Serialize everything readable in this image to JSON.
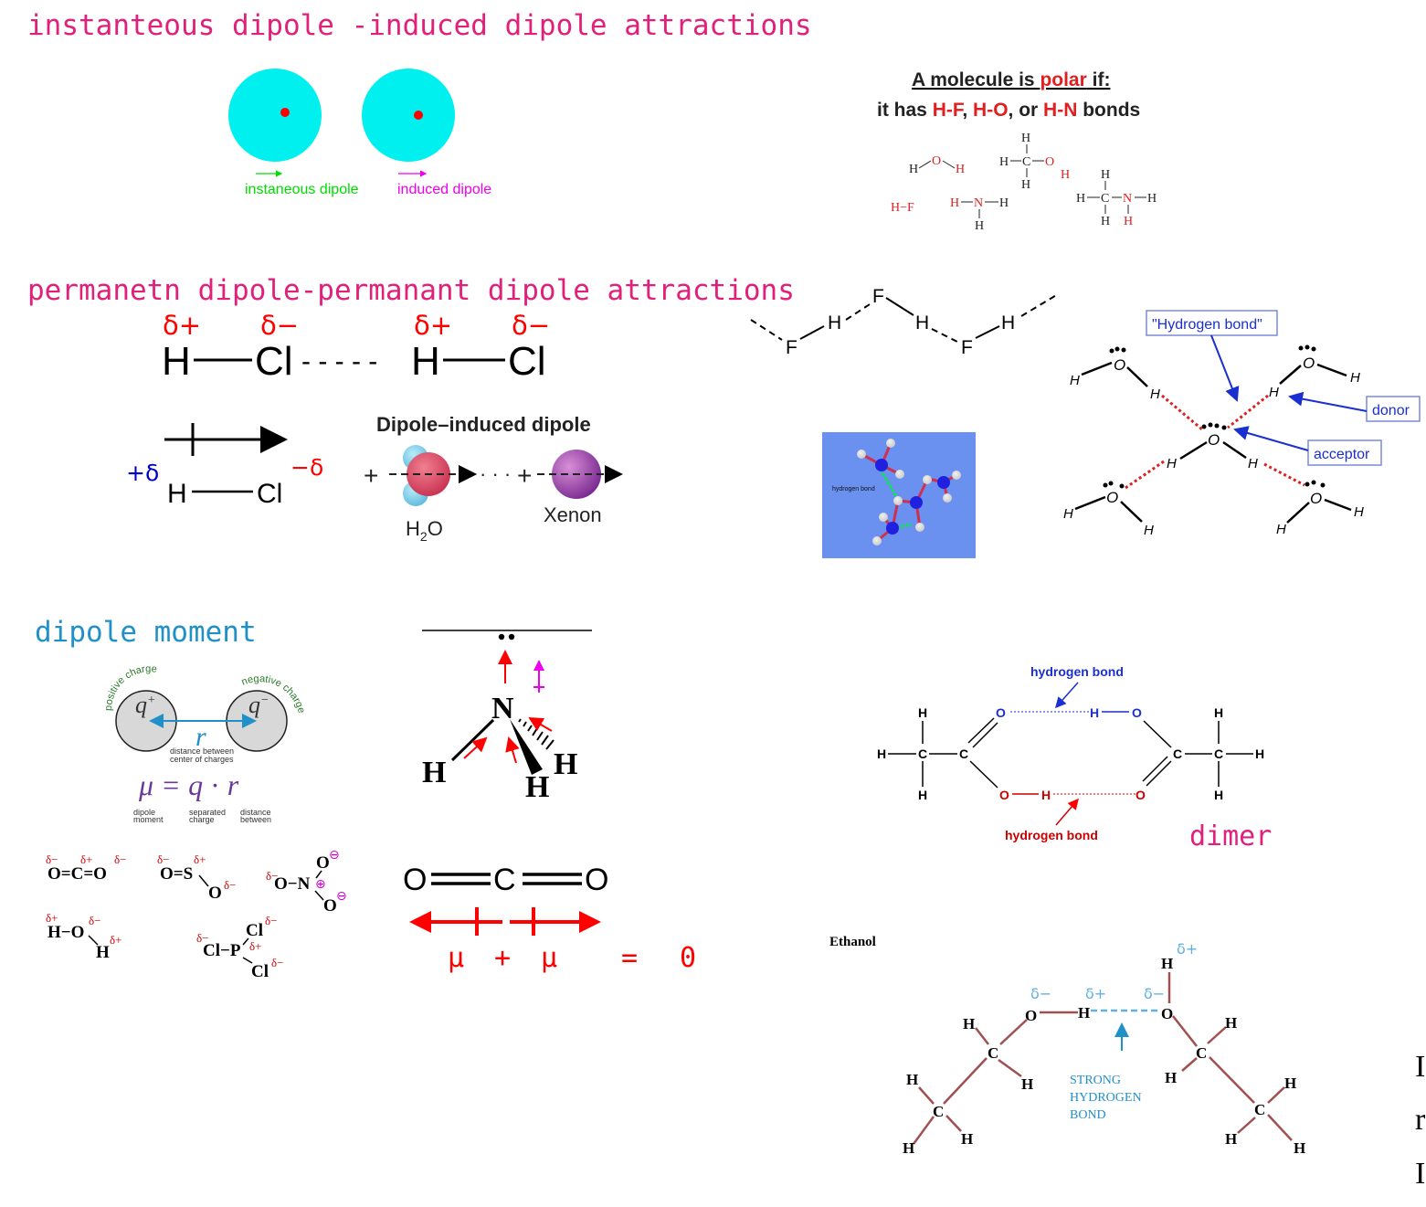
{
  "colors": {
    "pink": "#e0207a",
    "cyan": "#00f0f0",
    "red": "#ff0000",
    "blue": "#0000cc",
    "teal": "#2090c8",
    "green": "#00dd00",
    "magenta": "#ee00ee",
    "brown": "#a05050",
    "lightblue": "#60b0e0",
    "ball_bg": "#6a90f0"
  },
  "headings": {
    "instantaneous": "instanteous dipole -induced dipole attractions",
    "permanent": "permanetn dipole-permanant dipole attractions",
    "dipole_moment": "dipole moment"
  },
  "instant_panel": {
    "label_instant": "instaneous dipole",
    "label_induced": "induced dipole"
  },
  "polar_box": {
    "title_pre": "A molecule is ",
    "title_polar": "polar",
    "title_post": " if:",
    "line2_pre": "it has ",
    "hf": "H-F",
    "comma1": ", ",
    "ho": "H-O",
    "or": ", or ",
    "hn": "H-N",
    "bonds": " bonds",
    "m_water_h1": "H",
    "m_water_o": "O",
    "m_water_h2": "H",
    "m_meoh": "H",
    "m_meoh_c": "C",
    "m_meoh_o": "O",
    "m_hf": "H−F",
    "m_nh3_n": "N",
    "m_h": "H"
  },
  "hcl_dimer": {
    "d_plus": "δ+",
    "d_minus": "δ−",
    "h": "H",
    "cl": "Cl",
    "dashes": "- - - - -"
  },
  "hcl_vector": {
    "plus_delta": "+δ",
    "minus_delta": "−δ",
    "h": "H",
    "cl": "Cl"
  },
  "dipole_induced": {
    "title": "Dipole–induced dipole",
    "h2o_h": "H",
    "h2o_sub": "2",
    "h2o_o": "O",
    "xenon": "Xenon",
    "plus": "+",
    "dots": "· · ·"
  },
  "hf_chain": {
    "f": "F",
    "h": "H"
  },
  "ball_model": {
    "label": "hydrogen bond"
  },
  "water_hbond": {
    "callout_hbond": "\"Hydrogen bond\"",
    "callout_donor": "donor",
    "callout_acceptor": "acceptor",
    "o": "O",
    "h": "H"
  },
  "dipole_moment_fig": {
    "positive_charge": "positive charge",
    "negative_charge": "negative charge",
    "q_plus": "q",
    "q_minus": "q",
    "r": "r",
    "distance_between": "distance between",
    "center_of_charges": "center of charges",
    "formula_mu": "μ",
    "formula_eq": "=",
    "formula_q": "q",
    "formula_dot": "·",
    "formula_r": "r",
    "cap_dipole": "dipole",
    "cap_moment": "moment",
    "cap_separated": "separated",
    "cap_charge": "charge",
    "cap_distance": "distance",
    "cap_between": "between"
  },
  "ammonia": {
    "n": "N",
    "h": "H"
  },
  "small_molecules": {
    "co2": "O=C=O",
    "so2_a": "O=S",
    "so2_b": "O",
    "no3_a": "O−N",
    "no3_o": "O",
    "water_a": "H−O",
    "water_b": "H",
    "pcl3_a": "Cl−P",
    "pcl3_cl": "Cl",
    "dm": "δ−",
    "dp": "δ+",
    "minus_circ": "⊖",
    "plus_circ": "⊕"
  },
  "co2_vector": {
    "o": "O",
    "c": "C",
    "mu": "μ",
    "plus": "+",
    "eq": "=",
    "zero": "0"
  },
  "acid_dimer": {
    "hbond_top": "hydrogen bond",
    "hbond_bottom": "hydrogen bond",
    "dimer": "dimer",
    "h": "H",
    "c": "C",
    "o": "O"
  },
  "ethanol": {
    "title": "Ethanol",
    "dm": "δ−",
    "dp": "δ+",
    "strong": "STRONG",
    "hydrogen": "HYDROGEN",
    "bond": "BOND",
    "h": "H",
    "c": "C",
    "o": "O"
  },
  "edge_text": {
    "l1": "I",
    "l2": "r",
    "l3": "I"
  }
}
